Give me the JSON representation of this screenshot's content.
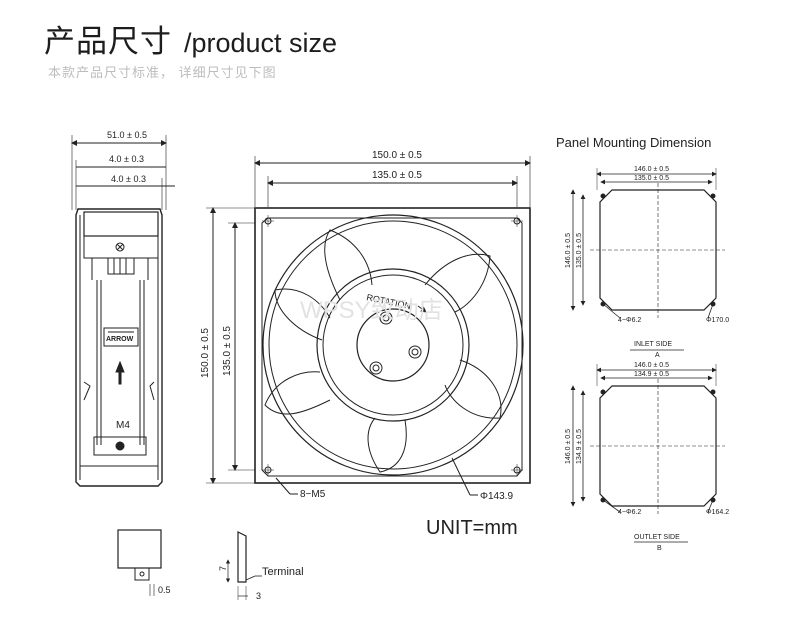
{
  "header": {
    "title_cn": "产品尺寸",
    "title_en": "/product size",
    "subtitle": "本款产品尺寸标准， 详细尺寸见下图"
  },
  "side_view": {
    "dim_total": "51.0 ± 0.5",
    "dim_a": "4.0 ± 0.3",
    "dim_b": "4.0 ± 0.3",
    "arrow_label": "ARROW",
    "screw_label": "M4"
  },
  "front_view": {
    "width_outer": "150.0 ± 0.5",
    "width_inner": "135.0 ± 0.5",
    "height_outer": "150.0 ± 0.5",
    "height_inner": "135.0 ± 0.5",
    "rotation_label": "ROTATION",
    "holes_label": "8−M5",
    "diameter_label": "Φ143.9",
    "unit_label": "UNIT=mm",
    "watermark": "WPSY致动店"
  },
  "panel": {
    "title": "Panel Mounting Dimension",
    "inlet": {
      "width_outer": "146.0 ± 0.5",
      "width_inner": "135.0 ± 0.5",
      "height_outer": "146.0 ± 0.5",
      "height_inner": "135.0 ± 0.5",
      "holes": "4−Φ6.2",
      "diameter": "Φ170.0",
      "side_label": "INLET SIDE",
      "side_letter": "A"
    },
    "outlet": {
      "width_outer": "146.0 ± 0.5",
      "width_inner": "134.9 ± 0.5",
      "height_outer": "146.0 ± 0.5",
      "height_inner": "134.9 ± 0.5",
      "holes": "4−Φ6.2",
      "diameter": "Φ164.2",
      "side_label": "OUTLET SIDE",
      "side_letter": "B"
    }
  },
  "terminal": {
    "dim_small": "0.5",
    "dim_height": "7",
    "dim_width": "3",
    "label": "Terminal"
  }
}
